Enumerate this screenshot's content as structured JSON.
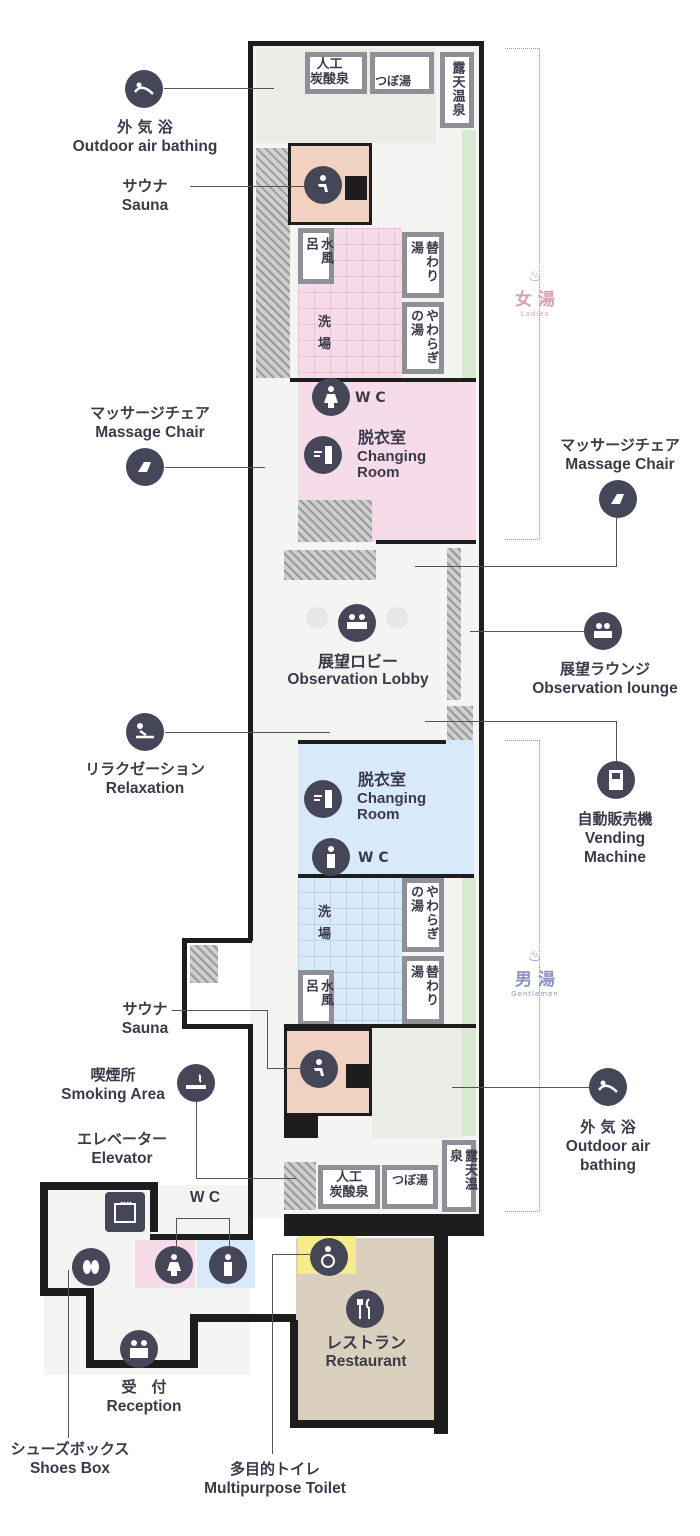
{
  "zones": {
    "ladies": {
      "ja": "女 湯",
      "en": "Ladies",
      "color": "#d9a0ad"
    },
    "gentlemen": {
      "ja": "男 湯",
      "en": "Gentlemen",
      "color": "#8d94c4"
    }
  },
  "legend": {
    "outdoor_top": {
      "ja": "外 気 浴",
      "en": "Outdoor air bathing",
      "icon": "outdoor-bathing-icon"
    },
    "sauna_top": {
      "ja": "サウナ",
      "en": "Sauna",
      "icon": "sauna-icon"
    },
    "massage_left": {
      "ja": "マッサージチェア",
      "en": "Massage Chair",
      "icon": "massage-chair-icon"
    },
    "massage_right": {
      "ja": "マッサージチェア",
      "en": "Massage Chair",
      "icon": "massage-chair-icon"
    },
    "observation_lounge": {
      "ja": "展望ラウンジ",
      "en": "Observation lounge",
      "icon": "lounge-icon"
    },
    "relaxation": {
      "ja": "リラクゼーション",
      "en": "Relaxation",
      "icon": "relaxation-icon"
    },
    "vending": {
      "ja": "自動販売機",
      "en1": "Vending",
      "en2": "Machine",
      "icon": "vending-machine-icon"
    },
    "sauna_bottom": {
      "ja": "サウナ",
      "en": "Sauna",
      "icon": "sauna-icon"
    },
    "smoking": {
      "ja": "喫煙所",
      "en": "Smoking Area",
      "icon": "smoking-icon"
    },
    "outdoor_bottom": {
      "ja": "外 気 浴",
      "en1": "Outdoor air",
      "en2": "bathing",
      "icon": "outdoor-bathing-icon"
    },
    "elevator": {
      "ja": "エレベーター",
      "en": "Elevator",
      "icon": "elevator-icon"
    },
    "wc_lower": {
      "en": "W C"
    },
    "reception": {
      "ja": "受　付",
      "en": "Reception",
      "icon": "reception-icon"
    },
    "shoes_box": {
      "ja": "シューズボックス",
      "en": "Shoes Box",
      "icon": "shoes-icon"
    },
    "multipurpose_toilet": {
      "ja": "多目的トイレ",
      "en": "Multipurpose Toilet",
      "icon": "wheelchair-icon"
    }
  },
  "rooms": {
    "carbonated_top": "人工\n炭酸泉",
    "tsubo_top": "つぼ湯",
    "roten_top": "露天温泉",
    "mizuburo_top": "水風呂",
    "kawari_top": "替わり湯",
    "yawaragi_top": "やわらぎの湯",
    "wash_top": "洗\n場",
    "wc_top": "W C",
    "changing_top_ja": "脱衣室",
    "changing_top_en": "Changing\nRoom",
    "lobby_ja": "展望ロビー",
    "lobby_en": "Observation Lobby",
    "changing_bot_ja": "脱衣室",
    "changing_bot_en": "Changing\nRoom",
    "wc_mid": "W C",
    "wash_bot": "洗\n場",
    "yawaragi_bot": "やわらぎの湯",
    "kawari_bot": "替わり湯",
    "mizuburo_bot": "水風呂",
    "carbonated_bot": "人工\n炭酸泉",
    "tsubo_bot": "つぼ湯",
    "roten_bot": "露天温泉",
    "restaurant_ja": "レストラン",
    "restaurant_en": "Restaurant"
  }
}
